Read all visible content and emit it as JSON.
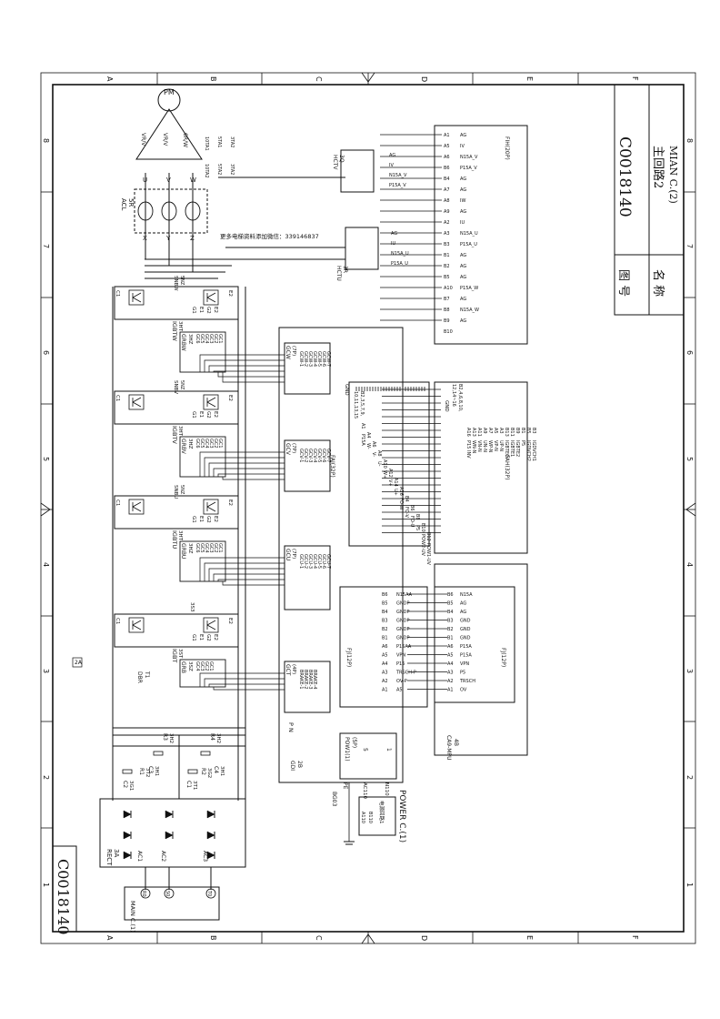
{
  "drawing_number": "C0018140",
  "title_block": {
    "label_drawing_no": "图 号",
    "label_name": "名 称",
    "drawing_no": "C0018140",
    "name_cn": "主回路2",
    "name_en": "MIAN C.(2)"
  },
  "grid": {
    "letters": [
      "A",
      "B",
      "C",
      "D",
      "E",
      "F"
    ],
    "numbers": [
      "1",
      "2",
      "3",
      "4",
      "5",
      "6",
      "7",
      "8"
    ]
  },
  "watermark_text": "更多电梯资料添加微信：339146837",
  "motor": {
    "label": "PM",
    "phases": [
      "U",
      "V",
      "W"
    ],
    "terminals": [
      "X",
      "Y",
      "Z"
    ],
    "ct_label": "ACL",
    "ct_ref": "5R"
  },
  "input": {
    "block_title": "MAIN C.(1)",
    "terminals": [
      "R0",
      "S0",
      "T0"
    ],
    "rect_label": "RECT",
    "rect_ref": "3A",
    "ac_labels": [
      "AC1",
      "AC2",
      "AC3"
    ]
  },
  "igbt_modules": [
    {
      "name": "IGBTW",
      "ref": "3HT",
      "grb": "GRBW",
      "grb_ref": "3HZ",
      "snb": "SNBW",
      "snb_ref": "5NZ",
      "pins": [
        "G1",
        "E1",
        "G2",
        "E2"
      ],
      "gc": [
        "GC6",
        "GC5",
        "GC4",
        "GC3",
        "GC2",
        "GC1"
      ]
    },
    {
      "name": "IGBTV",
      "ref": "3HT",
      "grb": "GRBV",
      "grb_ref": "3HZ",
      "snb": "SNBV",
      "snb_ref": "5NZ",
      "pins": [
        "G1",
        "E1",
        "G2",
        "E2"
      ],
      "gc": [
        "GC6",
        "GC5",
        "GC4",
        "GC3",
        "GC2",
        "GC1"
      ]
    },
    {
      "name": "IGBTU",
      "ref": "3HT",
      "grb": "GRBU",
      "grb_ref": "3HZ",
      "snb": "SNBU",
      "snb_ref": "5NZ",
      "pins": [
        "G1",
        "E1",
        "G2",
        "E2"
      ],
      "gc": [
        "GC6",
        "GC5",
        "GC4",
        "GC3",
        "GC2",
        "GC1"
      ]
    },
    {
      "name": "IGBT",
      "ref": "3ST",
      "grb": "GRB",
      "grb_ref": "3SZ",
      "snb": "",
      "snb_ref": "",
      "pins": [
        "G1",
        "E1",
        "G2",
        "E2"
      ],
      "gc": [
        "GC4",
        "GC3",
        "GC2",
        "GC1"
      ]
    }
  ],
  "connectors": {
    "gcw": {
      "title": "GCW",
      "sub": "(7P)",
      "pins": [
        "GCW-1",
        "GCW-2",
        "GCW-3",
        "GCW-4",
        "GCW-5",
        "GCW-6",
        "GCW-7"
      ]
    },
    "gcv": {
      "title": "GCV",
      "sub": "(7P)",
      "pins": [
        "GCV-1",
        "GCV-2",
        "GCV-3",
        "GCV-4",
        "GCV-5",
        "GCV-6",
        "GCV-7"
      ]
    },
    "gcu": {
      "title": "GCU",
      "sub": "(7P)",
      "pins": [
        "GCU-1",
        "GCU-2",
        "GCU-3",
        "GCU-4",
        "GCU-5",
        "GCU-6",
        "GCU-7"
      ]
    },
    "gct": {
      "title": "GCT",
      "sub": "(4P)",
      "pins": [
        "BRAKE-1",
        "BRAKE-2",
        "BRAKE-3",
        "BRAKE-4"
      ]
    },
    "gdi": {
      "title": "GDI",
      "sub": "2B"
    }
  },
  "fai": {
    "title": "FAI(32P)",
    "gnd_label": "GND",
    "gnd_pins": "10,11,13,15",
    "gnd_pins2": "B2,3,5,7,9,",
    "rows": [
      "A1",
      "P15A",
      "A4",
      "W-",
      "A6",
      "V-",
      "A8",
      "U-",
      "A10",
      "W+",
      "A12",
      "V+",
      "A14",
      "U+",
      "A16",
      "FO-W",
      "B4",
      "FO-V",
      "B6",
      "FO-U",
      "B8",
      "P5",
      "B10",
      "POW2-UV",
      "B12",
      "POW1-UV"
    ]
  },
  "fah": {
    "title": "FAH(32P)",
    "gnd_label": "GND",
    "gnd_pins": "12,14~16",
    "gnd_pins2": "B2,4,6,8,10,",
    "rows": [
      "P15 INV",
      "WN-N",
      "VN-N",
      "UN-N",
      "WP-N",
      "VP-N",
      "UP-N",
      "IGBTEO",
      "IGBTE1",
      "IGBTE2",
      "P5",
      "IGDVCH2",
      "IGDVCH1"
    ],
    "pins": [
      "A16",
      "A13",
      "A11",
      "A9",
      "A7",
      "A5",
      "A3",
      "B13",
      "B11",
      "B9",
      "B1",
      "B5",
      "B3"
    ]
  },
  "fih": {
    "title": "FIH(20P)",
    "rows": [
      {
        "pin": "A1",
        "sig": "AG"
      },
      {
        "pin": "A5",
        "sig": "IV"
      },
      {
        "pin": "A6",
        "sig": "N15A_V"
      },
      {
        "pin": "B6",
        "sig": "P15A_V"
      },
      {
        "pin": "B4",
        "sig": "AG"
      },
      {
        "pin": "A7",
        "sig": "AG"
      },
      {
        "pin": "A8",
        "sig": "IW"
      },
      {
        "pin": "A9",
        "sig": "AG"
      },
      {
        "pin": "A2",
        "sig": "IU"
      },
      {
        "pin": "A3",
        "sig": "N15A_U"
      },
      {
        "pin": "B3",
        "sig": "P15A_U"
      },
      {
        "pin": "B1",
        "sig": "AG"
      },
      {
        "pin": "B2",
        "sig": "AG"
      },
      {
        "pin": "B5",
        "sig": "AG"
      },
      {
        "pin": "A10",
        "sig": "P15A_W"
      },
      {
        "pin": "B7",
        "sig": "AG"
      },
      {
        "pin": "B8",
        "sig": "N15A_W"
      },
      {
        "pin": "B9",
        "sig": "AG"
      },
      {
        "pin": "B10",
        "sig": ""
      }
    ]
  },
  "hctv": {
    "label": "HCTV",
    "ref": "3Q",
    "sigs": [
      "AG",
      "IV",
      "N15A_V",
      "P15A_V"
    ]
  },
  "hctu": {
    "label": "HCTU",
    "ref": "3R",
    "sigs": [
      "AG",
      "IU",
      "N15A_U",
      "P15A_U"
    ]
  },
  "fjf": {
    "title": "FJ(12P)",
    "rows": [
      {
        "pin": "B6",
        "sig": "N15AA"
      },
      {
        "pin": "B5",
        "sig": "GNDP"
      },
      {
        "pin": "B4",
        "sig": "GNDP"
      },
      {
        "pin": "B3",
        "sig": "GNDP"
      },
      {
        "pin": "B2",
        "sig": "GNDP"
      },
      {
        "pin": "B1",
        "sig": "GNDP"
      },
      {
        "pin": "A6",
        "sig": "P15AA"
      },
      {
        "pin": "A5",
        "sig": "VPN"
      },
      {
        "pin": "A4",
        "sig": "P15"
      },
      {
        "pin": "A3",
        "sig": "TRSCH-P"
      },
      {
        "pin": "A2",
        "sig": "OV-P"
      },
      {
        "pin": "A1",
        "sig": "A5"
      }
    ]
  },
  "fj": {
    "title": "FJ(12P)",
    "rows": [
      {
        "pin": "B6",
        "sig": "N15A"
      },
      {
        "pin": "B5",
        "sig": "AG"
      },
      {
        "pin": "B4",
        "sig": "AG"
      },
      {
        "pin": "B3",
        "sig": "GND"
      },
      {
        "pin": "B2",
        "sig": "GND"
      },
      {
        "pin": "B1",
        "sig": "GND"
      },
      {
        "pin": "A6",
        "sig": "P15A"
      },
      {
        "pin": "A5",
        "sig": "P15A"
      },
      {
        "pin": "A4",
        "sig": "VPN"
      },
      {
        "pin": "A3",
        "sig": "P5"
      },
      {
        "pin": "A2",
        "sig": "TRSCH"
      },
      {
        "pin": "A1",
        "sig": "OV"
      }
    ]
  },
  "ca9": {
    "title": "CA9-MPU",
    "ref": "4B"
  },
  "pow": {
    "title": "POW1(1)",
    "sub": "(5P)",
    "pins": [
      "5",
      "1"
    ],
    "terms": [
      "AC110",
      "N110"
    ],
    "pe": "PE"
  },
  "power_block": {
    "title": "POWER C.(1)",
    "ref": "BG03",
    "a110": "A110",
    "b110": "B110",
    "note": "电源回路1"
  },
  "caps": [
    {
      "name": "C2",
      "ref": "3G1"
    },
    {
      "name": "C1",
      "ref": "3T1"
    },
    {
      "name": "C3",
      "ref": "3H1"
    },
    {
      "name": "C4",
      "ref": "3H1"
    },
    {
      "name": "R1",
      "ref": "3T2"
    },
    {
      "name": "R2",
      "ref": "3G2"
    },
    {
      "name": "R3",
      "ref": "3H2"
    },
    {
      "name": "R4",
      "ref": "3H2"
    }
  ],
  "misc": {
    "dbr": "DBR",
    "dbr_ref": "T1",
    "pn": "P N",
    "zone": "2A",
    "vrv": "VR/V",
    "vrw": "VR/W",
    "r16": "6R/W",
    "tn": "3S3"
  }
}
